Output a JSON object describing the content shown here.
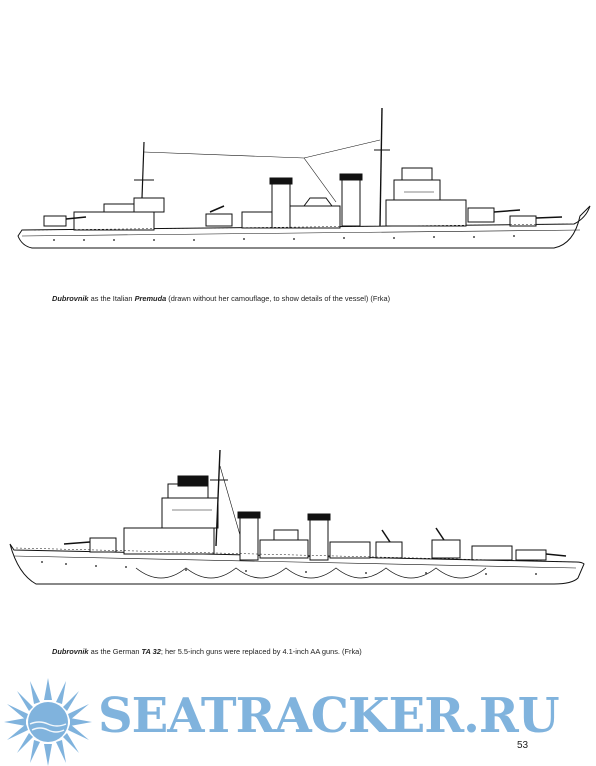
{
  "captions": {
    "first": {
      "name": "Dubrovnik",
      "mid": " as the Italian ",
      "alias": "Premuda",
      "rest": " (drawn without her camouflage, to show details of the vessel) (Frka)"
    },
    "second": {
      "name": "Dubrovnik",
      "mid": " as the German ",
      "alias": "TA 32",
      "rest": "; her 5.5-inch guns were replaced by 4.1-inch AA guns. (Frka)"
    }
  },
  "watermark": {
    "text": "SEATRACKER.RU",
    "color": "#6aa6d8"
  },
  "page_number": "53"
}
